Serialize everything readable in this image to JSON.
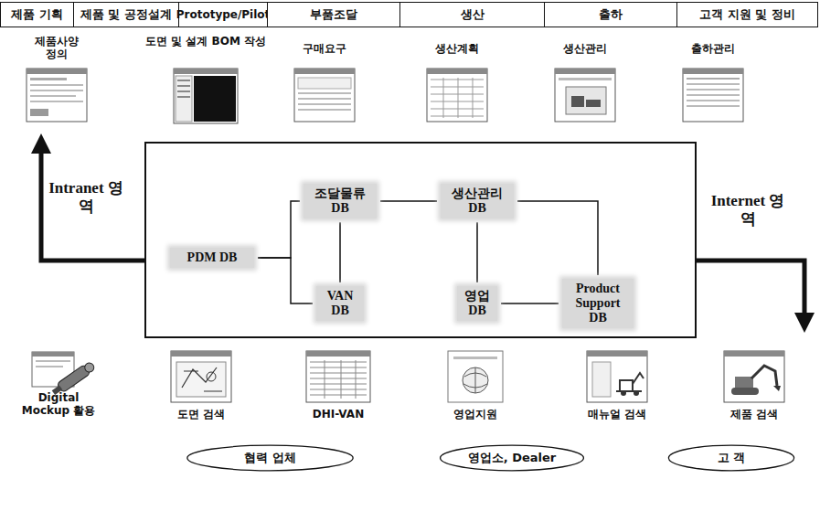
{
  "diagram": {
    "nodes": [
      {
        "text": [
          "제품 기획"
        ]
      },
      {
        "text": [
          "제품 및 공정설계"
        ]
      },
      {
        "text": [
          "Prototype/Pilot"
        ]
      },
      {
        "text": [
          "부품조달"
        ]
      },
      {
        "text": [
          "생산"
        ]
      },
      {
        "text": [
          "출하"
        ]
      },
      {
        "text": [
          "고객 지원 및 정비"
        ]
      },
      {
        "text": []
      },
      {
        "text": [
          "PDM DB"
        ],
        "in": 7
      },
      {
        "text": [
          "조달물류 DB"
        ],
        "in": 7
      },
      {
        "text": [
          "생산관리 DB"
        ],
        "in": 7
      },
      {
        "text": [
          "VAN DB"
        ],
        "in": 7
      },
      {
        "text": [
          "영업 DB"
        ],
        "in": 7
      },
      {
        "text": [
          "Product Support DB"
        ],
        "in": 7
      },
      {
        "text": [
          "협력 업체"
        ]
      },
      {
        "text": [
          "영업소, Dealer"
        ]
      },
      {
        "text": [
          "고 객"
        ]
      }
    ],
    "edges": [
      {
        "from": 8,
        "to": 9,
        "arrow": "none"
      },
      {
        "from": 8,
        "to": 11,
        "arrow": "none"
      },
      {
        "from": 9,
        "to": 11,
        "arrow": "none"
      },
      {
        "from": 9,
        "to": 10,
        "arrow": "none"
      },
      {
        "from": 10,
        "to": 12,
        "arrow": "none"
      },
      {
        "from": 10,
        "to": 13,
        "arrow": "none"
      },
      {
        "from": 12,
        "to": 13,
        "arrow": "none"
      }
    ],
    "labels": [
      "제품사양 정의",
      "도면 및 설계 BOM 작성",
      "구매요구",
      "생산계획",
      "생산관리",
      "출하관리",
      "Intranet 영역",
      "Internet 영역",
      "Digital Mockup 활용",
      "도면 검색",
      "DHI-VAN",
      "영업지원",
      "매뉴얼 검색",
      "제품 검색"
    ]
  }
}
